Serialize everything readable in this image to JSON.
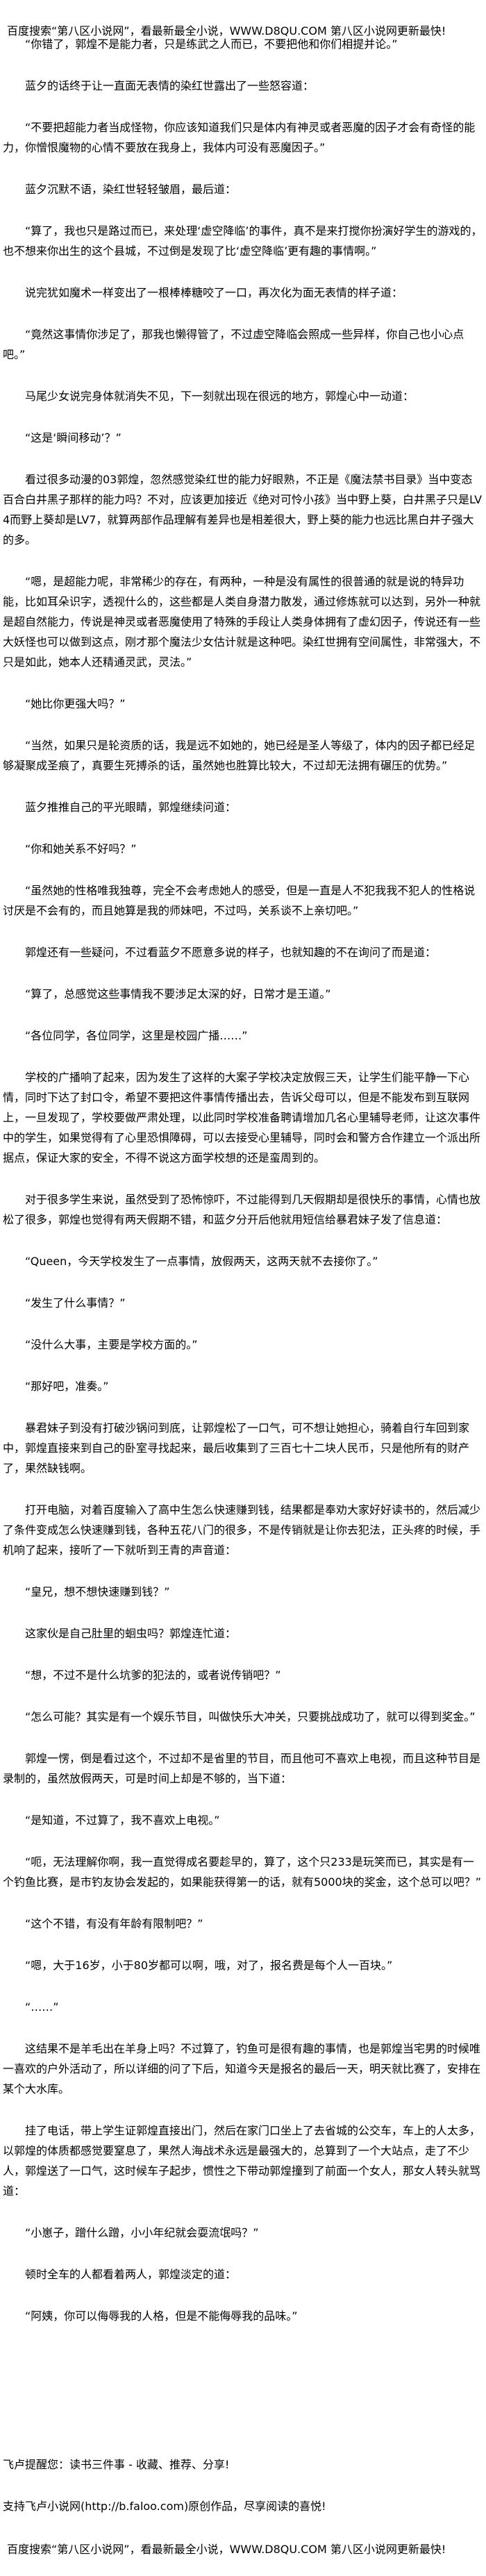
{
  "header": {
    "banner": "百度搜索“第八区小说网”，看最新最全小说，WWW.D8QU.COM  第八区小说网更新最快!"
  },
  "paragraphs": [
    "“你错了，郭煌不是能力者，只是练武之人而已，不要把他和你们相提并论。”",
    "蓝夕的话终于让一直面无表情的染红世露出了一些怒容道：",
    "“不要把超能力者当成怪物，你应该知道我们只是体内有神灵或者恶魔的因子才会有奇怪的能力，你憎恨魔物的心情不要放在我身上，我体内可没有恶魔因子。”",
    "蓝夕沉默不语，染红世轻轻皱眉，最后道：",
    "“算了，我也只是路过而已，来处理‘虚空降临’的事件，真不是来打搅你扮演好学生的游戏的，也不想来你出生的这个县城，不过倒是发现了比‘虚空降临’更有趣的事情啊。”",
    "说完犹如魔术一样变出了一根棒棒糖咬了一口，再次化为面无表情的样子道：",
    "“竟然这事情你涉足了，那我也懒得管了，不过虚空降临会照成一些异样，你自己也小心点吧。”",
    "马尾少女说完身体就消失不见，下一刻就出现在很远的地方，郭煌心中一动道：",
    "“这是‘瞬间移动’？”",
    "看过很多动漫的03郭煌，忽然感觉染红世的能力好眼熟，不正是《魔法禁书目录》当中变态百合白井黑子那样的能力吗？不对，应该更加接近《绝对可怜小孩》当中野上葵，白井黑子只是LV4而野上葵却是LV7，就算两部作品理解有差异也是相差很大，野上葵的能力也远比黑白井子强大的多。",
    "“嗯，是超能力呢，非常稀少的存在，有两种，一种是没有属性的很普通的就是说的特异功能，比如耳朵识字，透视什么的，这些都是人类自身潜力散发，通过修炼就可以达到，另外一种就是超自然能力，传说是神灵或者恶魔使用了特殊的手段让人类身体拥有了虚幻因子，传说还有一些大妖怪也可以做到这点，刚才那个魔法少女估计就是这种吧。染红世拥有空间属性，非常强大，不只是如此，她本人还精通灵武，灵法。”",
    "“她比你更强大吗？”",
    "“当然，如果只是轮资质的话，我是远不如她的，她已经是圣人等级了，体内的因子都已经足够凝聚成圣痕了，真要生死搏杀的话，虽然她也胜算比较大，不过却无法拥有碾压的优势。”",
    "蓝夕推推自己的平光眼睛，郭煌继续问道：",
    "“你和她关系不好吗？”",
    "“虽然她的性格唯我独尊，完全不会考虑她人的感受，但是一直是人不犯我我不犯人的性格说讨厌是不会有的，而且她算是我的师妹吧，不过吗，关系谈不上亲切吧。”",
    "郭煌还有一些疑问，不过看蓝夕不愿意多说的样子，也就知趣的不在询问了而是道：",
    "“算了，总感觉这些事情我不要涉足太深的好，日常才是王道。”",
    "“各位同学，各位同学，这里是校园广播……”",
    "学校的广播响了起来，因为发生了这样的大案子学校决定放假三天，让学生们能平静一下心情，同时下达了封口令，希望不要把这件事情传播出去，告诉父母可以，但是不能发布到互联网上，一旦发现了，学校要做严肃处理，以此同时学校准备聘请增加几名心里辅导老师，让这次事件中的学生，如果觉得有了心里恐惧障碍，可以去接受心里辅导，同时会和警方合作建立一个派出所据点，保证大家的安全，不得不说这方面学校想的还是蛮周到的。",
    "对于很多学生来说，虽然受到了恐怖惊吓，不过能得到几天假期却是很快乐的事情，心情也放松了很多，郭煌也觉得有两天假期不错，和蓝夕分开后他就用短信给暴君妹子发了信息道：",
    "“Queen，今天学校发生了一点事情，放假两天，这两天就不去接你了。”",
    "“发生了什么事情？”",
    "“没什么大事，主要是学校方面的。”",
    "“那好吧，准奏。”",
    "暴君妹子到没有打破沙锅问到底，让郭煌松了一口气，可不想让她担心，骑着自行车回到家中，郭煌直接来到自己的卧室寻找起来，最后收集到了三百七十二块人民币，只是他所有的财产了，果然缺钱啊。",
    "打开电脑，对着百度输入了高中生怎么快速赚到钱，结果都是奉劝大家好好读书的，然后减少了条件变成怎么快速赚到钱，各种五花八门的很多，不是传销就是让你去犯法，正头疼的时候，手机响了起来，接听了一下就听到王青的声音道：",
    "“皇兄，想不想快速赚到钱？”",
    "这家伙是自己肚里的蛔虫吗？郭煌连忙道：",
    "“想，不过不是什么坑爹的犯法的，或者说传销吧？”",
    "“怎么可能？其实是有一个娱乐节目，叫做快乐大冲关，只要挑战成功了，就可以得到奖金。”",
    "郭煌一愣，倒是看过这个，不过却不是省里的节目，而且他可不喜欢上电视，而且这种节目是录制的，虽然放假两天，可是时间上却是不够的，当下道：",
    "“是知道，不过算了，我不喜欢上电视。”",
    "“呃，无法理解你啊，我一直觉得成名要趁早的，算了，这个只233是玩笑而已，其实是有一个钓鱼比赛，是市钓友协会发起的，如果能获得第一的话，就有5000块的奖金，这个总可以吧？”",
    "“这个不错，有没有年龄有限制吧？”",
    "“嗯，大于16岁，小于80岁都可以啊，哦，对了，报名费是每个人一百块。”",
    "“……”",
    "这结果不是羊毛出在羊身上吗？不过算了，钓鱼可是很有趣的事情，也是郭煌当宅男的时候唯一喜欢的户外活动了，所以详细的问了下后，知道今天是报名的最后一天，明天就比赛了，安排在某个大水库。",
    "挂了电话，带上学生证郭煌直接出门，然后在家门口坐上了去省城的公交车，车上的人太多，以郭煌的体质都感觉要窒息了，果然人海战术永远是最强大的，总算到了一个大站点，走了不少人，郭煌送了一口气，这时候车子起步，惯性之下带动郭煌撞到了前面一个女人，那女人转头就骂道：",
    "“小崽子，蹭什么蹭，小小年纪就会耍流氓吗？”",
    "顿时全车的人都看着两人，郭煌淡定的道：",
    "“阿姨，你可以侮辱我的人格，但是不能侮辱我的品味。”"
  ],
  "footer": {
    "reminder": "飞卢提醒您：读书三件事 - 收藏、推荐、分享!",
    "support": "支持飞卢小说网(http://b.faloo.com)原创作品，尽享阅读的喜悦!",
    "banner": "百度搜索“第八区小说网”，看最新最全小说，WWW.D8QU.COM  第八区小说网更新最快!"
  }
}
